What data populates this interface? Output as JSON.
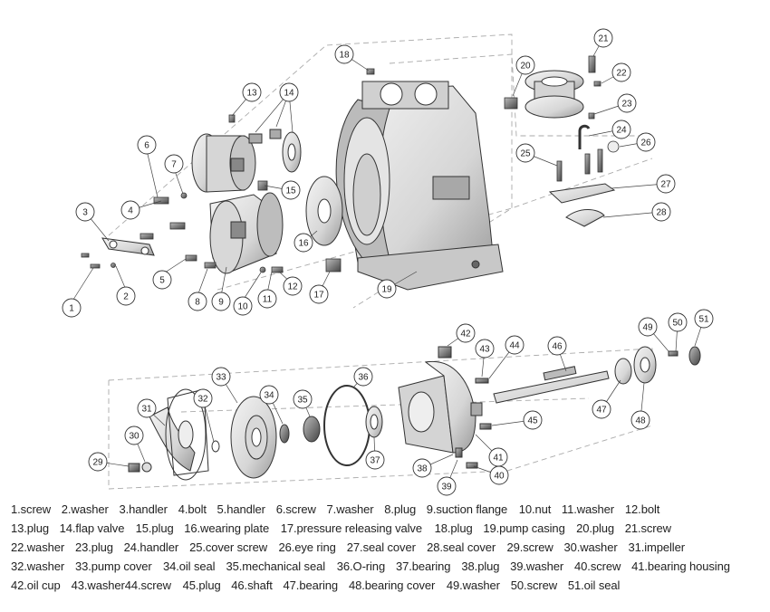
{
  "callouts": [
    "1",
    "2",
    "3",
    "4",
    "5",
    "6",
    "7",
    "8",
    "9",
    "10",
    "11",
    "12",
    "13",
    "14",
    "15",
    "16",
    "17",
    "18",
    "19",
    "20",
    "21",
    "22",
    "23",
    "24",
    "25",
    "26",
    "27",
    "28",
    "29",
    "30",
    "31",
    "32",
    "33",
    "34",
    "35",
    "36",
    "37",
    "38",
    "39",
    "40",
    "41",
    "42",
    "43",
    "44",
    "45",
    "46",
    "47",
    "48",
    "49",
    "50",
    "51"
  ],
  "legend": [
    [
      "1.screw",
      "2.washer",
      "3.handler",
      "4.bolt",
      "5.handler",
      "6.screw",
      "7.washer",
      "8.plug",
      "9.suction flange",
      "10.nut",
      "11.washer",
      "12.bolt"
    ],
    [
      "13.plug",
      "14.flap valve",
      "15.plug",
      "16.wearing plate",
      "17.pressure releasing valve",
      "18.plug",
      "19.pump casing",
      "20.plug",
      "21.screw"
    ],
    [
      "22.washer",
      "23.plug",
      "24.handler",
      "25.cover screw",
      "26.eye ring",
      "27.seal cover",
      "28.seal cover",
      "29.screw",
      "30.washer",
      "31.impeller"
    ],
    [
      "32.washer",
      "33.pump cover",
      "34.oil seal",
      "35.mechanical seal",
      "36.O-ring",
      "37.bearing",
      "38.plug",
      "39.washer",
      "40.screw",
      "41.bearing housing"
    ],
    [
      "42.oil cup",
      "43.washer44.screw",
      "45.plug",
      "46.shaft",
      "47.bearing",
      "48.bearing cover",
      "49.washer",
      "50.screw",
      "51.oil seal"
    ]
  ]
}
